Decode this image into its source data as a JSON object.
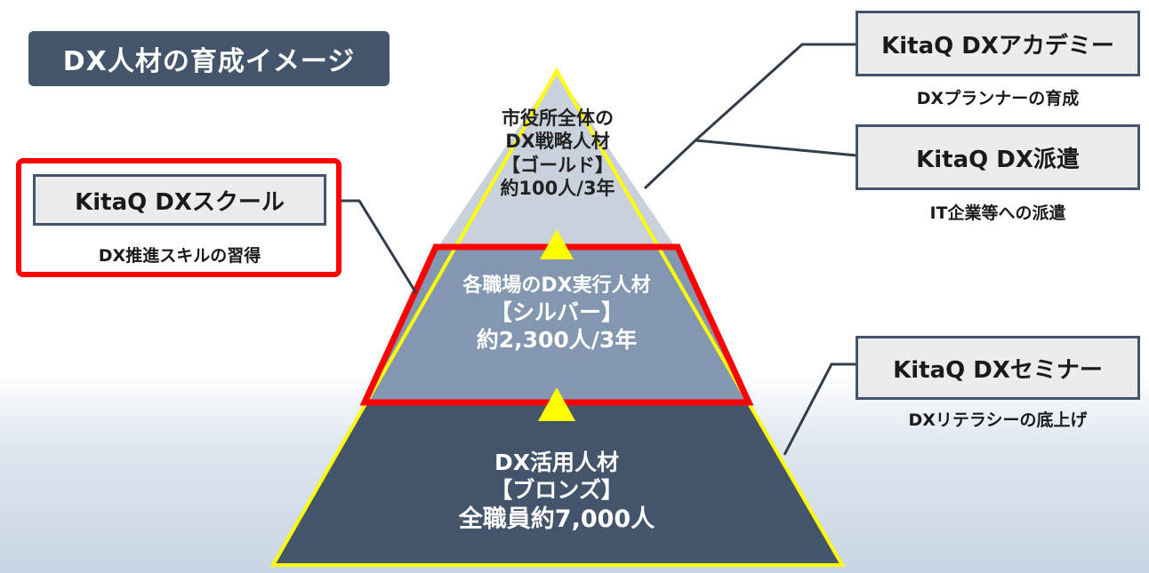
{
  "title": "DX人材の育成イメージ",
  "pyramid": {
    "gold": {
      "line1": "市役所全体の",
      "line2": "DX戦略人材",
      "line3": "【ゴールド】",
      "line4": "約100人/3年"
    },
    "silver": {
      "line1": "各職場のDX実行人材",
      "line2": "【シルバー】",
      "line3": "約2,300人/3年"
    },
    "bronze": {
      "line1": "DX活用人材",
      "line2": "【ブロンズ】",
      "line3": "全職員約7,000人"
    }
  },
  "programs": {
    "school": {
      "name": "KitaQ DXスクール",
      "caption": "DX推進スキルの習得"
    },
    "academy": {
      "name": "KitaQ DXアカデミー",
      "caption": "DXプランナーの育成"
    },
    "dispatch": {
      "name": "KitaQ DX派遣",
      "caption": "IT企業等への派遣"
    },
    "seminar": {
      "name": "KitaQ DXセミナー",
      "caption": "DXリテラシーの底上げ"
    }
  },
  "colors": {
    "title_bg": "#44546a",
    "gold_tier": "#c9d1dd",
    "silver_tier": "#8497b0",
    "bronze_tier": "#44546a",
    "outline": "#ffff00",
    "highlight": "#ff0000"
  }
}
